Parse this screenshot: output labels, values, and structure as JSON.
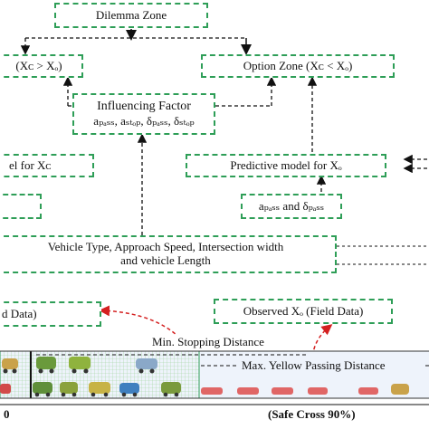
{
  "boxes": {
    "dilemma_zone": "Dilemma Zone",
    "left_zone": "(Xᴄ > Xₒ)",
    "option_zone": "Option Zone (Xᴄ < Xₒ)",
    "influencing_factor_title": "Influencing Factor",
    "influencing_factor_params": "aₚₐₛₛ, aₛₜₒₚ, δₚₐₛₛ, δₛₜₒₚ",
    "left_model": "el for Xᴄ",
    "predictive_model": "Predictive model for Xₒ",
    "pass_params": "aₚₐₛₛ and δₚₐₛₛ",
    "vehicle_line1": "Vehicle Type, Approach Speed, Intersection width",
    "vehicle_line2": "and vehicle Length",
    "left_data": "d Data)",
    "observed": "Observed Xₒ (Field Data)"
  },
  "road": {
    "min_stopping": "Min. Stopping Distance",
    "max_yellow": "Max. Yellow Passing Distance",
    "bottom_left": "0",
    "bottom_right": "(Safe Cross 90%)"
  },
  "colors": {
    "box_border": "#2e9e57",
    "red_arrow": "#d42020",
    "grid_green": "#9fd49b",
    "road_bg": "#eef3fb"
  }
}
